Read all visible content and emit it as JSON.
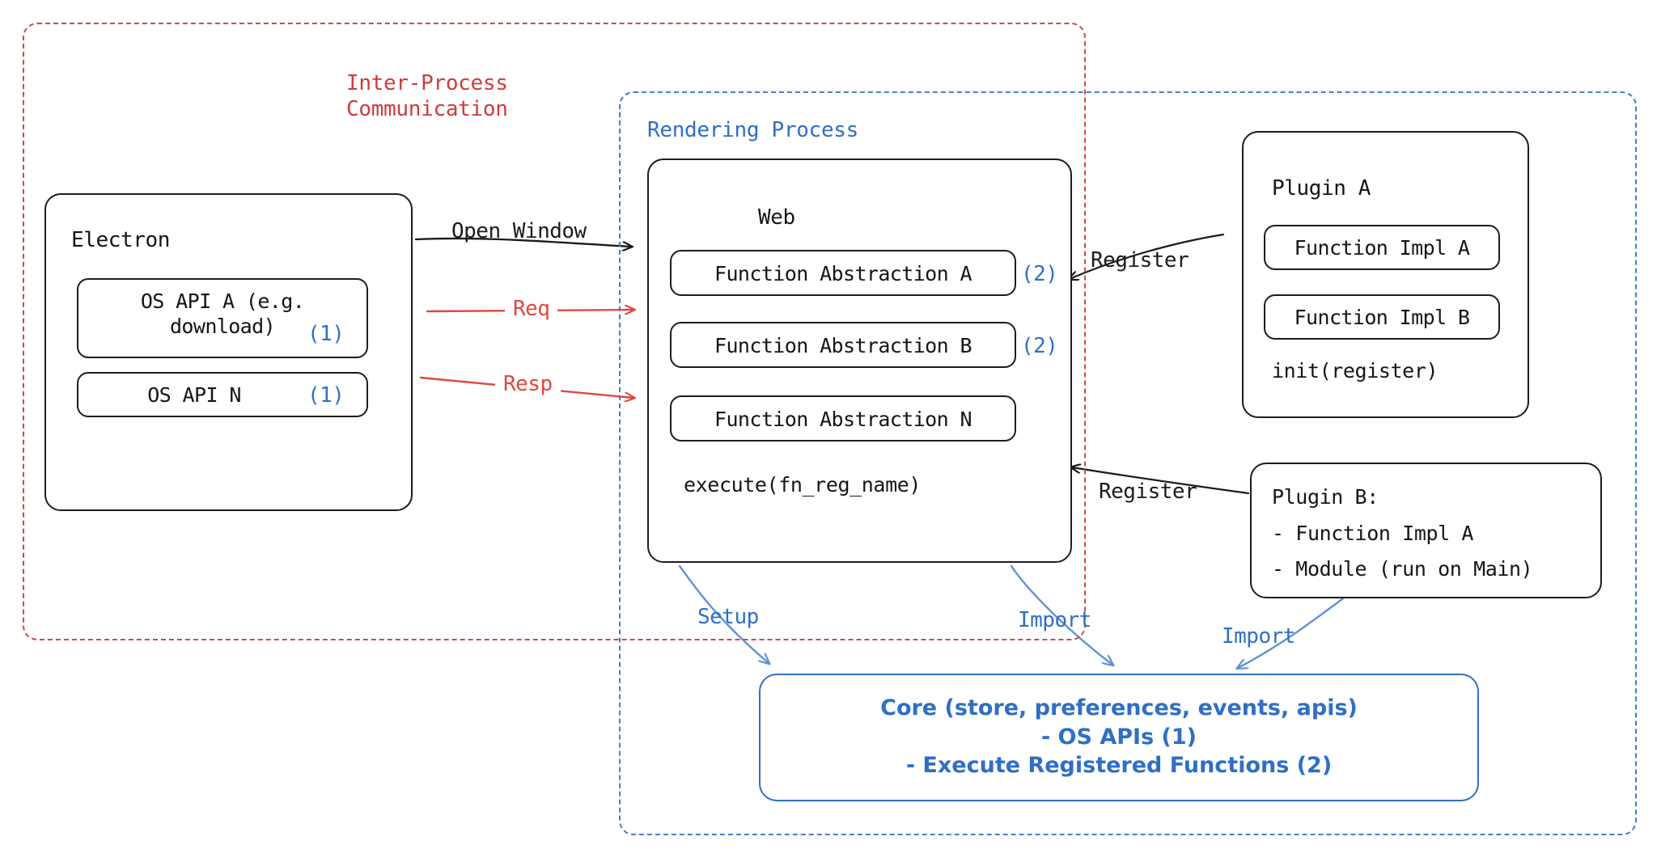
{
  "diagram": {
    "title": "Electron plugin architecture",
    "colors": {
      "ipc_red": "#cf3b3b",
      "render_blue": "#2f6fc4",
      "arrow_red": "#e0483f",
      "arrow_black": "#1b1b1b",
      "arrow_blue": "#5b93d6",
      "box_stroke": "#1d1d1d"
    }
  },
  "groups": {
    "ipc": {
      "label": "Inter-Process\nCommunication"
    },
    "rendering": {
      "label": "Rendering Process"
    }
  },
  "electron": {
    "title": "Electron",
    "apis": [
      {
        "label": "OS API A (e.g.\ndownload)",
        "tag": "(1)"
      },
      {
        "label": "OS API N",
        "tag": "(1)"
      }
    ]
  },
  "web": {
    "title": "Web",
    "abstractions": [
      {
        "label": "Function Abstraction A",
        "tag": "(2)"
      },
      {
        "label": "Function Abstraction B",
        "tag": "(2)"
      },
      {
        "label": "Function Abstraction N",
        "tag": ""
      }
    ],
    "footer": "execute(fn_reg_name)"
  },
  "plugin_a": {
    "title": "Plugin A",
    "items": [
      {
        "label": "Function Impl A"
      },
      {
        "label": "Function Impl B"
      }
    ],
    "footer": "init(register)"
  },
  "plugin_b": {
    "title": "Plugin B:",
    "lines": [
      "- Function Impl A",
      "- Module (run on Main)"
    ]
  },
  "core": {
    "text": "Core (store, preferences, events, apis)\n- OS APIs (1)\n- Execute Registered Functions (2)"
  },
  "edges": {
    "open_window": "Open Window",
    "req": "Req",
    "resp": "Resp",
    "register_a": "Register",
    "register_b": "Register",
    "setup": "Setup",
    "import_web": "Import",
    "import_plugin": "Import"
  }
}
